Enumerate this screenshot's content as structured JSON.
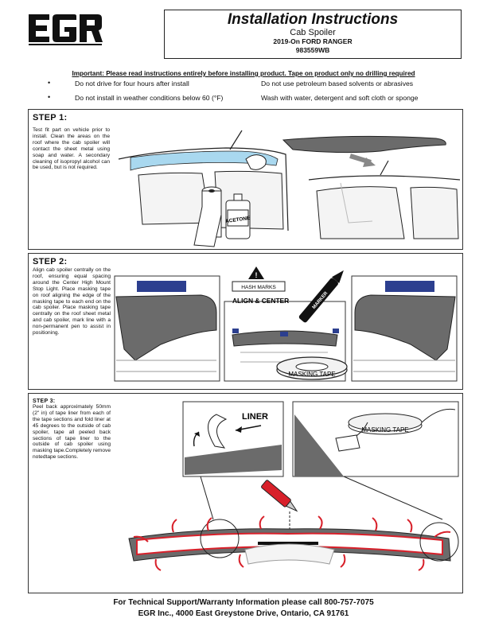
{
  "header": {
    "logo_text": "EGR",
    "title": "Installation Instructions",
    "subtitle": "Cab Spoiler",
    "model": "2019-On FORD RANGER",
    "part_number": "983559WB"
  },
  "important": {
    "notice": "Important: Please read instructions entirely before installing  product. Tape on product only no drilling required",
    "bullet_glyph": "•",
    "left_items": [
      "Do not drive for four hours after install",
      "Do not install in weather conditions below 60 (°F)"
    ],
    "right_items": [
      "Do not use petroleum based solvents or abrasives",
      "Wash with water, detergent and soft cloth or sponge"
    ]
  },
  "steps": [
    {
      "title": "STEP 1:",
      "text": "Test fit part on vehicle prior to install. Clean the areas on the roof where the cab spoiler will contact the sheet metal using soap and water. A secondary cleaning of isopropyl alcohol can be used, but is not required.",
      "labels": {
        "bottle": "ACETONE"
      }
    },
    {
      "title": "STEP 2:",
      "text": "Align cab spoiler centrally on the roof, ensuring equal spacing around the Center High Mount Stop Light. Place masking tape on roof aligning the edge of the masking tape to each end on the cab spoiler. Place masking tape centrally on the roof sheet metal and cab spoiler, mark line with a non-permanent pen to assist in positioning.",
      "labels": {
        "hash_marks": "HASH MARKS",
        "align_center": "ALIGN & CENTER",
        "marker": "MARKER",
        "tape": "MASKING TAPE"
      }
    },
    {
      "title": "STEP 3:",
      "text": "Peel back approximately 50mm (2\" in) of tape liner from each of the tape sections and fold liner at 45 degrees to the outside of cab spoiler, tape all peeled back sections of tape liner to the outside of cab spoiler using masking tape.Completely remove notedtape sections.",
      "labels": {
        "liner": "LINER",
        "tape": "MASKING TAPE"
      }
    }
  ],
  "footer": {
    "line1": "For Technical Support/Warranty Information please call 800-757-7075",
    "line2": "EGR Inc., 4000 East Greystone Drive, Ontario, CA  91761"
  },
  "colors": {
    "ink": "#111111",
    "roof_blue": "#a9d8ef",
    "accent_red": "#d8202a",
    "tape_tab_blue": "#2c3f8f",
    "spoiler_gray": "#6b6b6b"
  }
}
